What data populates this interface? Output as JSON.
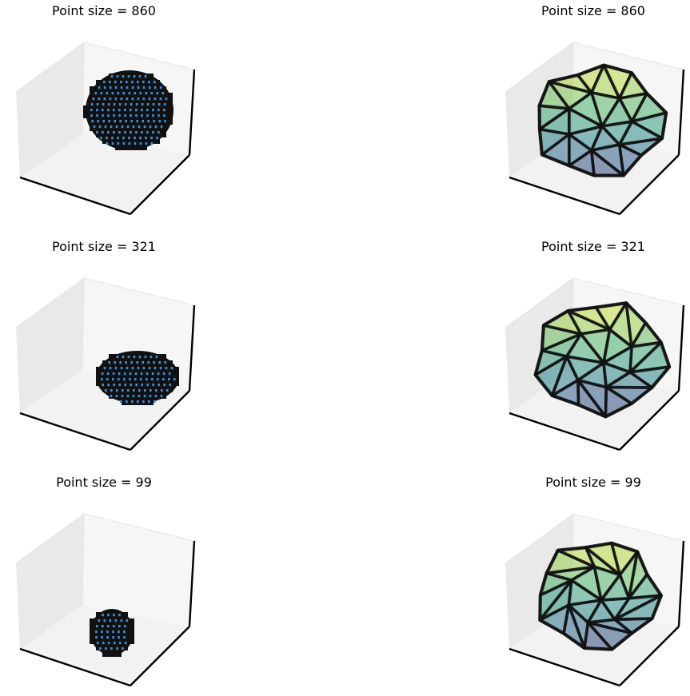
{
  "figure": {
    "panels": [
      {
        "title": "Point size = 860",
        "kind": "voxel",
        "n_points": 860
      },
      {
        "title": "Point size = 860",
        "kind": "hull",
        "n_points": 860
      },
      {
        "title": "Point size = 321",
        "kind": "voxel",
        "n_points": 321
      },
      {
        "title": "Point size = 321",
        "kind": "hull",
        "n_points": 321
      },
      {
        "title": "Point size = 99",
        "kind": "voxel",
        "n_points": 99
      },
      {
        "title": "Point size = 99",
        "kind": "hull",
        "n_points": 99
      }
    ]
  },
  "colors": {
    "pane": "#f2f2f2",
    "pane_side": "#e9e9e9",
    "pane_back": "#f6f6f6",
    "axis_line": "#000000",
    "voxel_fill": "#111111",
    "voxel_dot": "#3a8fd6",
    "hull_edge": "#111111",
    "colormap": [
      "#3b2f6e",
      "#33648c",
      "#2a8f8a",
      "#47b06e",
      "#a2d24a",
      "#f0e63a"
    ]
  },
  "chart_data": [
    {
      "type": "3d-voxel",
      "title": "Point size = 860",
      "n_points": 860,
      "axes_ticks": "off",
      "grid": "off"
    },
    {
      "type": "3d-surface",
      "title": "Point size = 860",
      "n_points": 860,
      "axes_ticks": "off",
      "grid": "off",
      "colormap": "viridis",
      "alpha": "semi-transparent"
    },
    {
      "type": "3d-voxel",
      "title": "Point size = 321",
      "n_points": 321,
      "axes_ticks": "off",
      "grid": "off"
    },
    {
      "type": "3d-surface",
      "title": "Point size = 321",
      "n_points": 321,
      "axes_ticks": "off",
      "grid": "off",
      "colormap": "viridis",
      "alpha": "semi-transparent"
    },
    {
      "type": "3d-voxel",
      "title": "Point size = 99",
      "n_points": 99,
      "axes_ticks": "off",
      "grid": "off"
    },
    {
      "type": "3d-surface",
      "title": "Point size = 99",
      "n_points": 99,
      "axes_ticks": "off",
      "grid": "off",
      "colormap": "viridis",
      "alpha": "semi-transparent"
    }
  ]
}
